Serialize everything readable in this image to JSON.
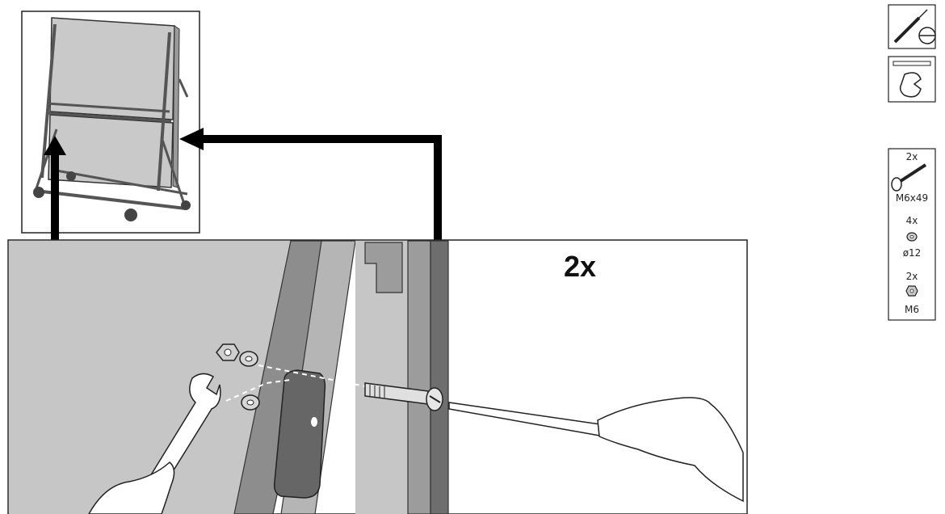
{
  "step": {
    "quantity": "2x"
  },
  "tools": [
    {
      "icon": "screwdriver-icon"
    },
    {
      "icon": "wrench-icon"
    }
  ],
  "parts": [
    {
      "qty": "2x",
      "label": "M6x49",
      "icon": "bolt-icon"
    },
    {
      "qty": "4x",
      "label": "ø12",
      "icon": "washer-icon"
    },
    {
      "qty": "2x",
      "label": "M6",
      "icon": "nut-icon"
    }
  ],
  "colors": {
    "panel": "#c8c8c8",
    "frame": "#8a8a8a",
    "ink": "#111111"
  }
}
